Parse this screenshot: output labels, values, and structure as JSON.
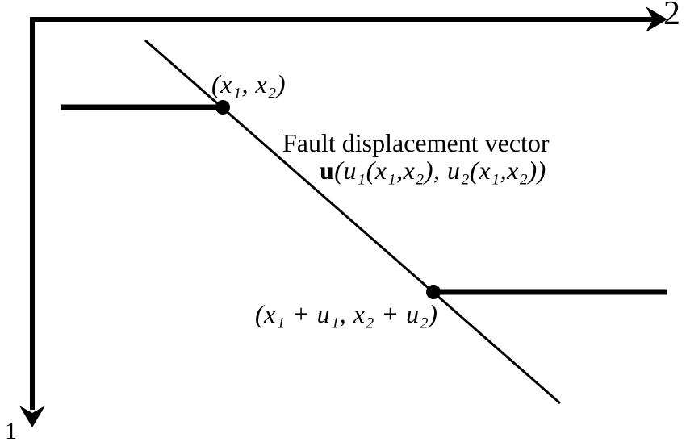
{
  "figure": {
    "background_color": "#ffffff",
    "ink_color": "#000000",
    "axes": {
      "axis_2_label": "2",
      "axis_1_label": "1"
    },
    "fault": {
      "caption": "Fault displacement vector",
      "vector_symbol": "u",
      "vector_arguments": "(u₁(x₁,x₂), u₂(x₁,x₂))"
    },
    "points": {
      "original_point_label": "(x₁, x₂)",
      "displaced_point_label": "(x₁ + u₁, x₂ + u₂)"
    }
  }
}
